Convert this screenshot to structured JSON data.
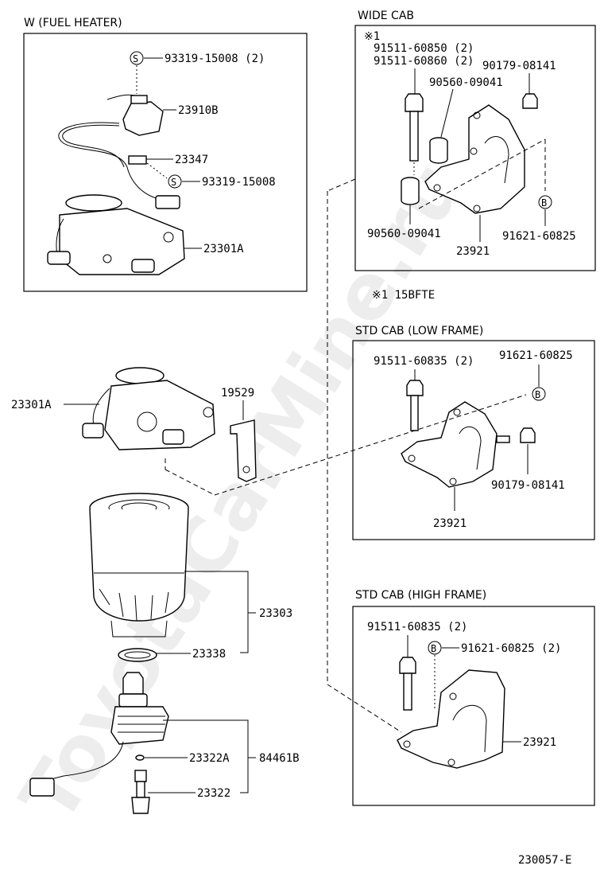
{
  "watermark": "ToyotaCarMine.ru",
  "diagram_code": "230057-E",
  "sections": {
    "fuel_heater": {
      "title": "W (FUEL  HEATER)",
      "labels": {
        "screw_top": "93319-15008 (2)",
        "sensor": "23910B",
        "clamp": "23347",
        "screw_mid": "93319-15008",
        "housing": "23301A"
      },
      "s_mark": "S"
    },
    "wide_cab": {
      "title": "WIDE CAB",
      "note_mark": "※1",
      "labels": {
        "bolt_a": "91511-60850 (2)",
        "bolt_b": "91511-60860 (2)",
        "nut": "90179-08141",
        "collar_top": "90560-09041",
        "collar_bottom": "90560-09041",
        "bracket": "23921",
        "nut_b": "91621-60825"
      },
      "b_mark": "B"
    },
    "footnote": "※1 15BFTE",
    "std_low": {
      "title": "STD CAB (LOW FRAME)",
      "labels": {
        "bolt": "91511-60835 (2)",
        "nut_b": "91621-60825",
        "nut": "90179-08141",
        "bracket": "23921"
      }
    },
    "std_high": {
      "title": "STD CAB (HIGH FRAME)",
      "labels": {
        "bolt": "91511-60835 (2)",
        "nut_b": "91621-60825 (2)",
        "bracket": "23921"
      }
    },
    "main": {
      "labels": {
        "housing": "23301A",
        "bracket": "19529",
        "filter": "23303",
        "gasket": "23338",
        "oring": "23322A",
        "sensor": "23322",
        "assy": "84461B"
      }
    }
  }
}
